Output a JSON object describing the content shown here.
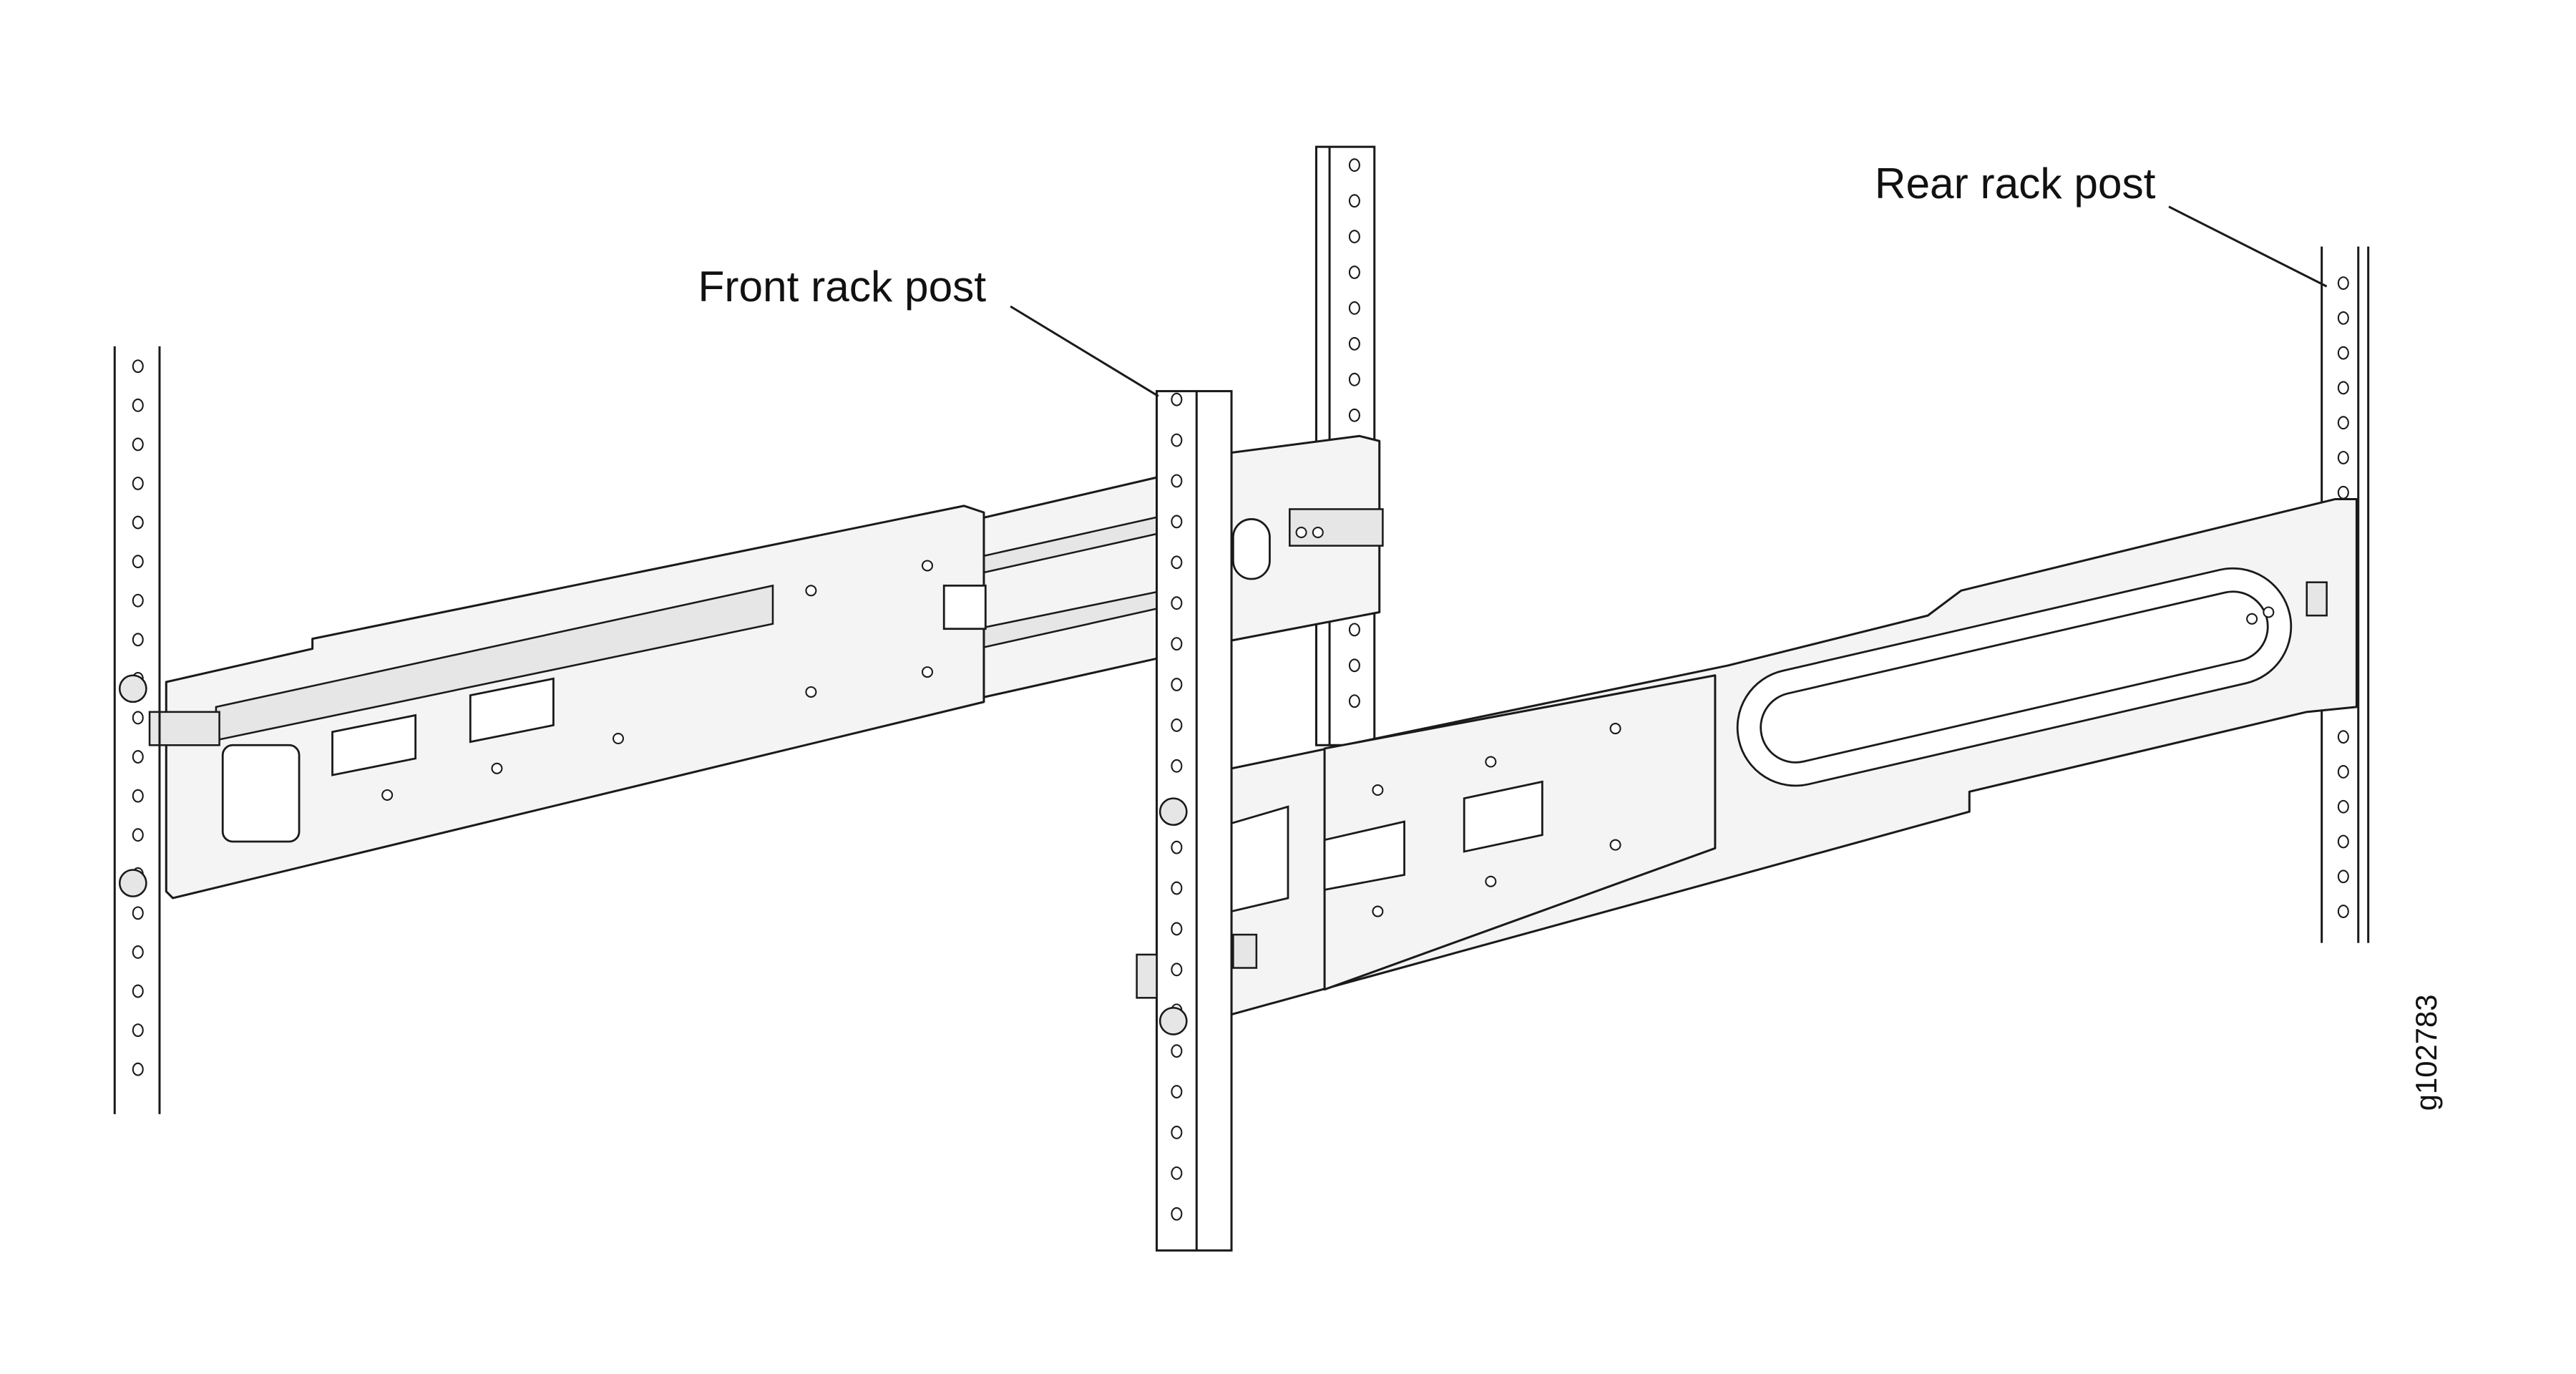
{
  "labels": {
    "front_rack_post": "Front rack post",
    "rear_rack_post": "Rear rack post",
    "figure_id": "g102783"
  }
}
